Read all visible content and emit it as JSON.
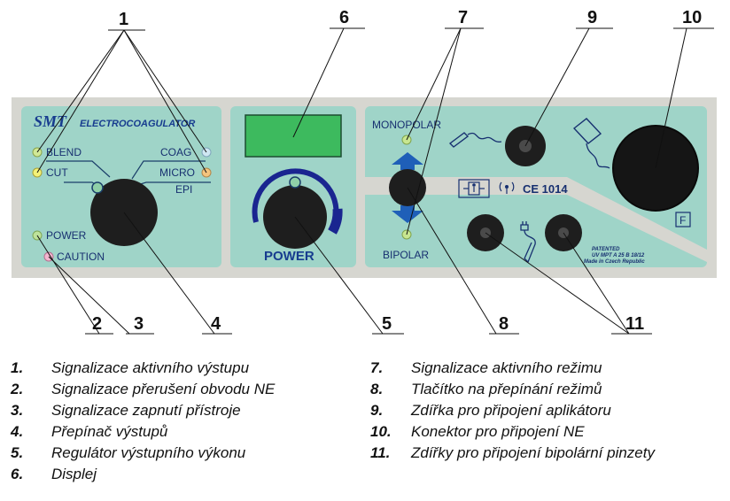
{
  "device": {
    "brand": "SMT",
    "model": "ELECTROCOAGULATOR",
    "left_panel": {
      "labels": {
        "blend": "BLEND",
        "cut": "CUT",
        "coag": "COAG",
        "micro": "MICRO",
        "epi": "EPI",
        "power": "POWER",
        "caution": "CAUTION"
      }
    },
    "middle_panel": {
      "label": "POWER"
    },
    "right_panel": {
      "monopolar": "MONOPOLAR",
      "bipolar": "BIPOLAR",
      "ce_mark": "CE 1014",
      "f_mark": "F",
      "patent_lines": [
        "PATENTED",
        "UV MPT A 25 B 18/12",
        "Made in Czech Republic"
      ]
    }
  },
  "callouts": [
    "1",
    "2",
    "3",
    "4",
    "5",
    "6",
    "7",
    "8",
    "9",
    "10",
    "11"
  ],
  "colors": {
    "panel": "#9fd4c8",
    "panel_border": "#c9cac4",
    "knob": "#222222",
    "power_arc": "#1a2590",
    "display": "#3dba5e",
    "arrow": "#1f5fb8"
  },
  "legend": {
    "left": [
      {
        "num": "1.",
        "text": "Signalizace aktivního výstupu"
      },
      {
        "num": "2.",
        "text": "Signalizace přerušení obvodu NE"
      },
      {
        "num": "3.",
        "text": "Signalizace zapnutí přístroje"
      },
      {
        "num": "4.",
        "text": "Přepínač výstupů"
      },
      {
        "num": "5.",
        "text": "Regulátor výstupního výkonu"
      },
      {
        "num": "6.",
        "text": "Displej"
      }
    ],
    "right": [
      {
        "num": "7.",
        "text": "Signalizace aktivního režimu"
      },
      {
        "num": "8.",
        "text": "Tlačítko na přepínání režimů"
      },
      {
        "num": "9.",
        "text": "Zdířka pro připojení aplikátoru"
      },
      {
        "num": "10.",
        "text": "Konektor pro připojení NE"
      },
      {
        "num": "11.",
        "text": "Zdířky pro připojení bipolární pinzety"
      }
    ]
  }
}
